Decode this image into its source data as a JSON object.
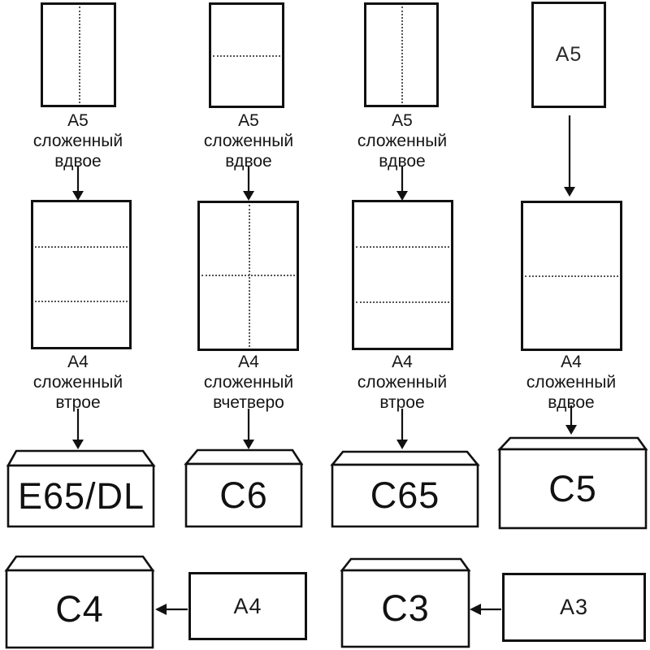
{
  "columns": [
    {
      "source": {
        "caption": [
          "A5",
          "сложенный",
          "вдвое"
        ],
        "fold": "vertical-half"
      },
      "folded": {
        "caption": [
          "A4",
          "сложенный",
          "втрое"
        ],
        "fold": "horizontal-thirds"
      },
      "envelope": {
        "label": "E65/DL"
      }
    },
    {
      "source": {
        "caption": [
          "A5",
          "сложенный",
          "вдвое"
        ],
        "fold": "horizontal-half"
      },
      "folded": {
        "caption": [
          "A4",
          "сложенный",
          "вчетверо"
        ],
        "fold": "quarters-cross"
      },
      "envelope": {
        "label": "C6"
      }
    },
    {
      "source": {
        "caption": [
          "A5",
          "сложенный",
          "вдвое"
        ],
        "fold": "vertical-half"
      },
      "folded": {
        "caption": [
          "A4",
          "сложенный",
          "втрое"
        ],
        "fold": "horizontal-thirds"
      },
      "envelope": {
        "label": "C65"
      }
    },
    {
      "source": {
        "label": "A5",
        "fold": "none"
      },
      "folded": {
        "caption": [
          "A4",
          "сложенный",
          "вдвое"
        ],
        "fold": "horizontal-half"
      },
      "envelope": {
        "label": "C5"
      }
    }
  ],
  "bottom": [
    {
      "envelope": {
        "label": "C4",
        "highlighted": true
      },
      "paper": {
        "label": "A4"
      }
    },
    {
      "envelope": {
        "label": "C3",
        "highlighted": false
      },
      "paper": {
        "label": "A3"
      }
    }
  ],
  "colors": {
    "highlight": "#f49ca2",
    "stroke": "#111111"
  }
}
